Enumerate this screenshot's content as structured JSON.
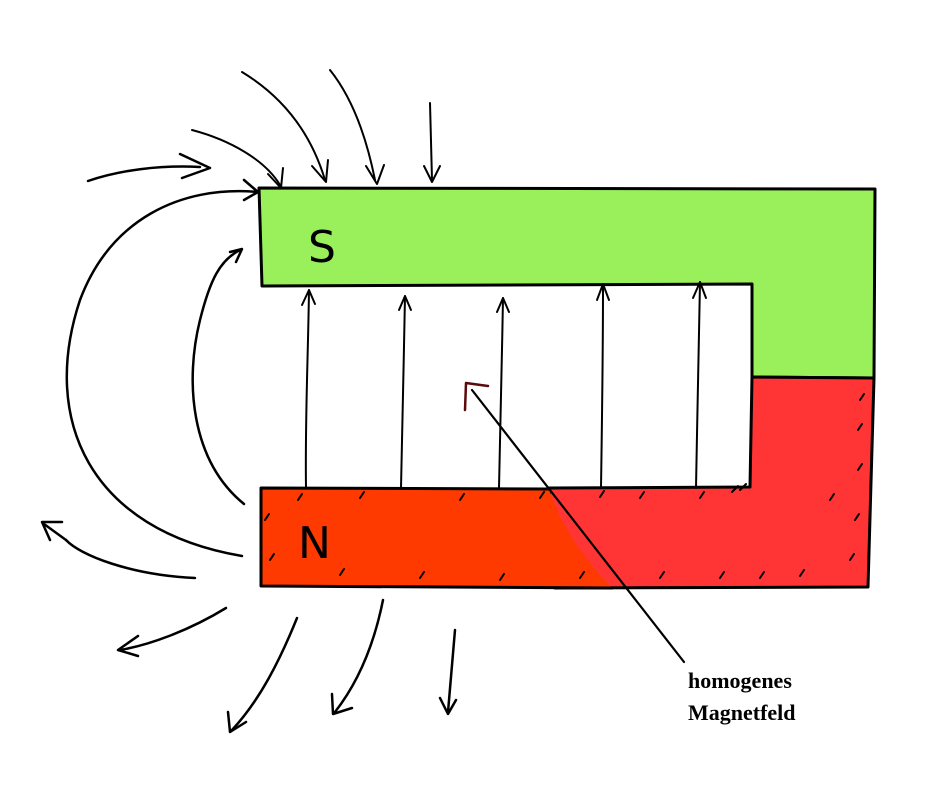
{
  "magnet": {
    "south_label": "S",
    "north_label": "N",
    "south_color": "#99f05a",
    "north_color": "#ff3a00",
    "north_side_color": "#ff3535"
  },
  "annotation": {
    "line1": "homogenes",
    "line2": "Magnetfeld",
    "pointer_color": "#5a0a0a"
  }
}
